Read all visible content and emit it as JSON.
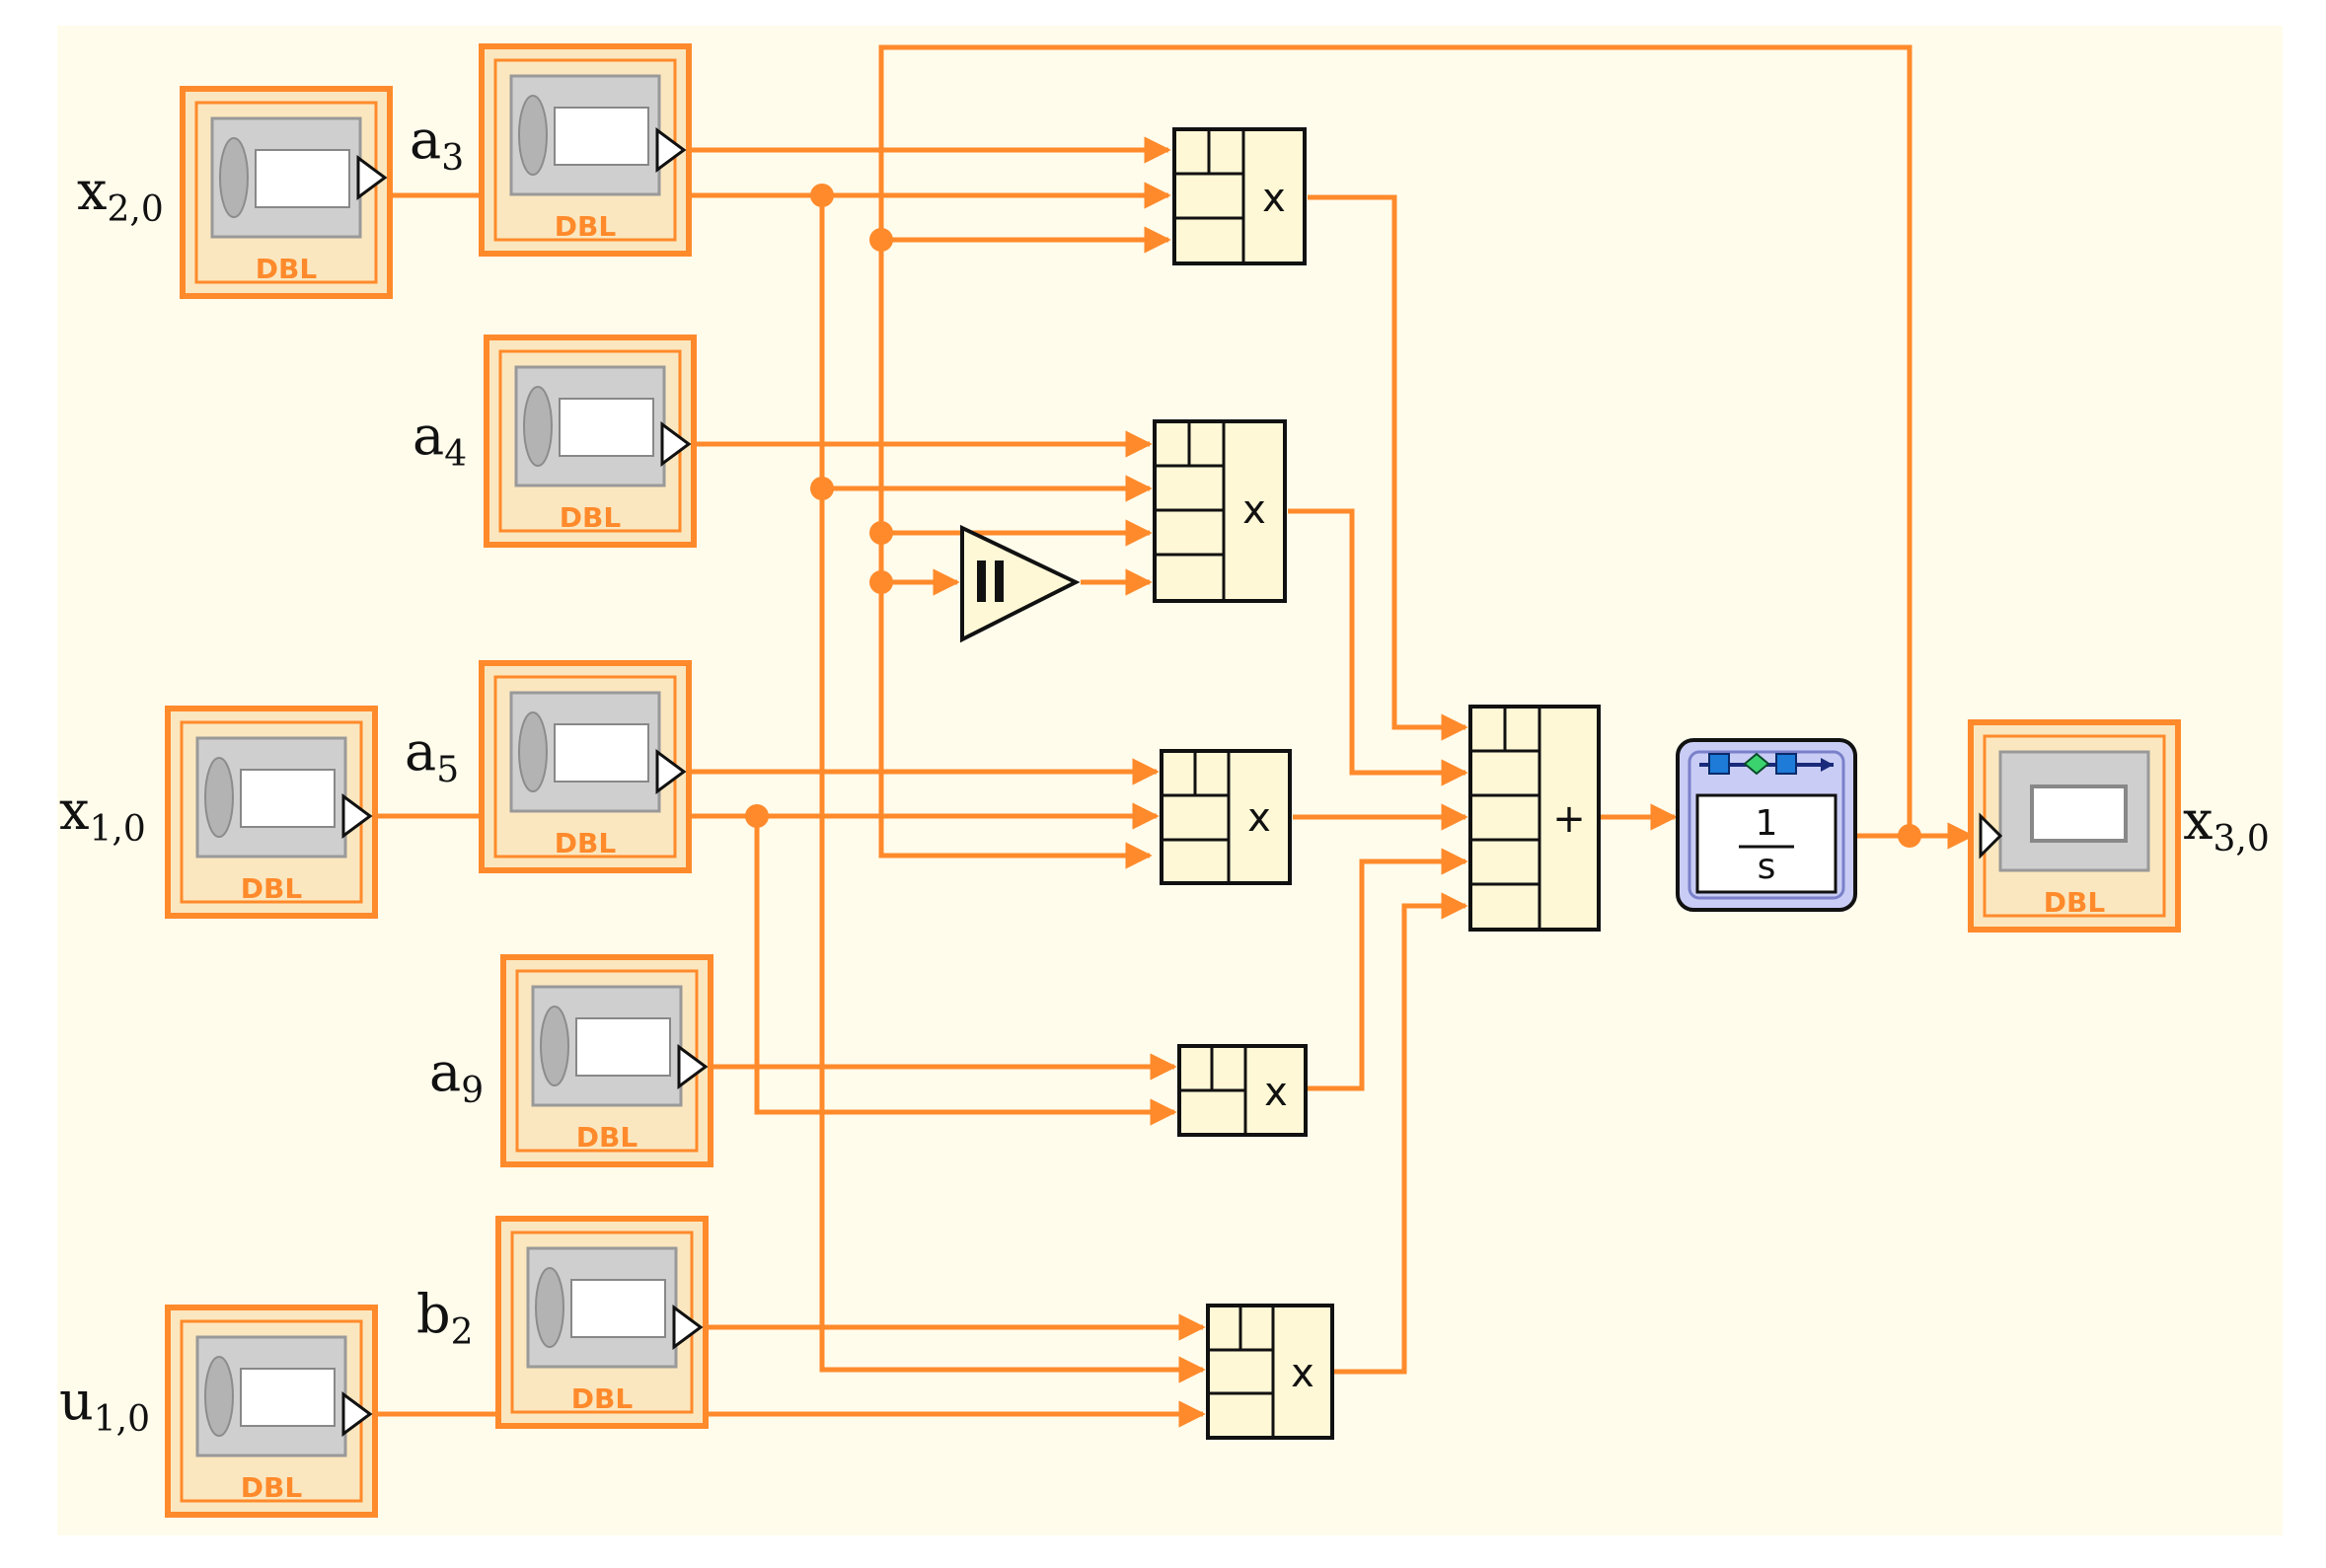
{
  "colors": {
    "canvas": "#fffcec",
    "wire": "#ff8a2b",
    "terminal_fill": "#fbe7bf",
    "node_fill": "#fff8d6",
    "control_face": "#cfcfcf",
    "integrator_fill": "#c9cdf5"
  },
  "controls": [
    {
      "id": "x20",
      "label": "x",
      "sub": "2,0",
      "tag": "DBL"
    },
    {
      "id": "a3",
      "label": "a",
      "sub": "3",
      "tag": "DBL"
    },
    {
      "id": "a4",
      "label": "a",
      "sub": "4",
      "tag": "DBL"
    },
    {
      "id": "x10",
      "label": "x",
      "sub": "1,0",
      "tag": "DBL"
    },
    {
      "id": "a5",
      "label": "a",
      "sub": "5",
      "tag": "DBL"
    },
    {
      "id": "a9",
      "label": "a",
      "sub": "9",
      "tag": "DBL"
    },
    {
      "id": "u10",
      "label": "u",
      "sub": "1,0",
      "tag": "DBL"
    },
    {
      "id": "b2",
      "label": "b",
      "sub": "2",
      "tag": "DBL"
    }
  ],
  "indicator": {
    "id": "x30",
    "label": "x",
    "sub": "3,0",
    "tag": "DBL"
  },
  "operators": {
    "multiply": "x",
    "add": "+",
    "integrator_num": "1",
    "integrator_den": "s",
    "gain_icon": "pause-icon"
  }
}
